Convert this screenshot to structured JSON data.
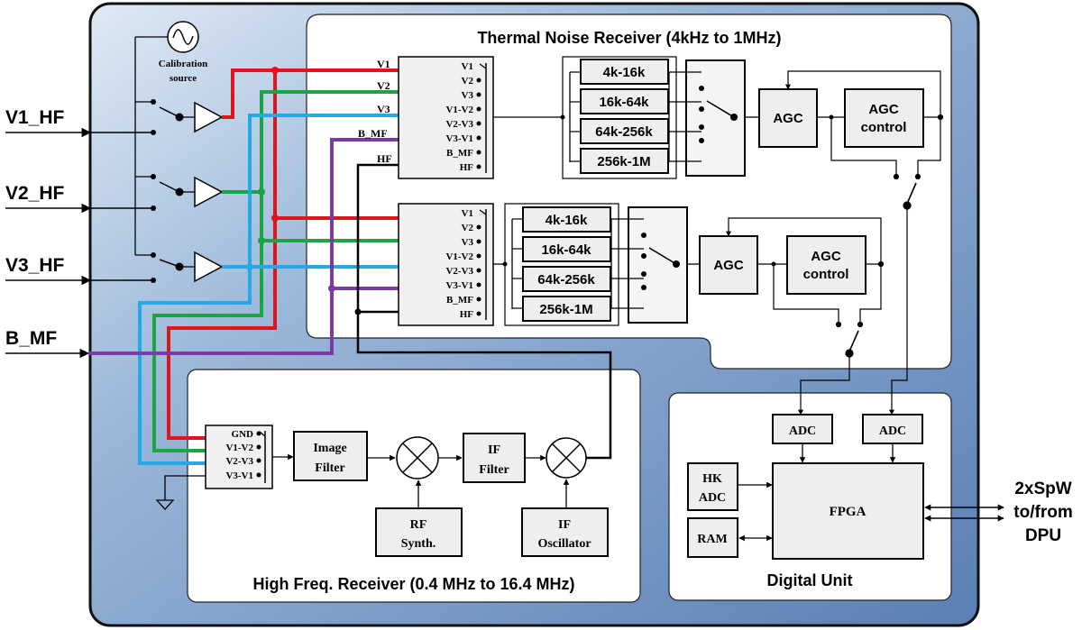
{
  "colors": {
    "background": "#5a7fb4",
    "background_light": "#d9e6f2",
    "panel": "#ffffff",
    "block": "#eeeeee",
    "wire_v1": "#e0141b",
    "wire_v2": "#1aa542",
    "wire_v3": "#22a9e6",
    "wire_b_mf": "#7b3aa5",
    "wire_hf": "#000000"
  },
  "inputs": {
    "v1_hf": "V1_HF",
    "v2_hf": "V2_HF",
    "v3_hf": "V3_HF",
    "b_mf": "B_MF"
  },
  "calibration": {
    "line1": "Calibration",
    "line2": "source"
  },
  "bus_labels": {
    "v1": "V1",
    "v2": "V2",
    "v3": "V3",
    "b_mf": "B_MF",
    "hf": "HF"
  },
  "tnr": {
    "title": "Thermal Noise Receiver (4kHz to 1MHz)",
    "selector_items": [
      "V1",
      "V2",
      "V3",
      "V1-V2",
      "V2-V3",
      "V3-V1",
      "B_MF",
      "HF"
    ],
    "filters": [
      "4k-16k",
      "16k-64k",
      "64k-256k",
      "256k-1M"
    ],
    "agc": "AGC",
    "agc_control_line1": "AGC",
    "agc_control_line2": "control"
  },
  "hfr": {
    "title": "High Freq. Receiver (0.4 MHz to 16.4 MHz)",
    "selector_items": [
      "GND",
      "V1-V2",
      "V2-V3",
      "V3-V1"
    ],
    "image_filter_line1": "Image",
    "image_filter_line2": "Filter",
    "if_filter_line1": "IF",
    "if_filter_line2": "Filter",
    "rf_synth_line1": "RF",
    "rf_synth_line2": "Synth.",
    "if_osc_line1": "IF",
    "if_osc_line2": "Oscillator"
  },
  "digital": {
    "title": "Digital Unit",
    "adc": "ADC",
    "hk_adc_line1": "HK",
    "hk_adc_line2": "ADC",
    "ram": "RAM",
    "fpga": "FPGA"
  },
  "external": {
    "line1": "2xSpW",
    "line2": "to/from",
    "line3": "DPU"
  }
}
